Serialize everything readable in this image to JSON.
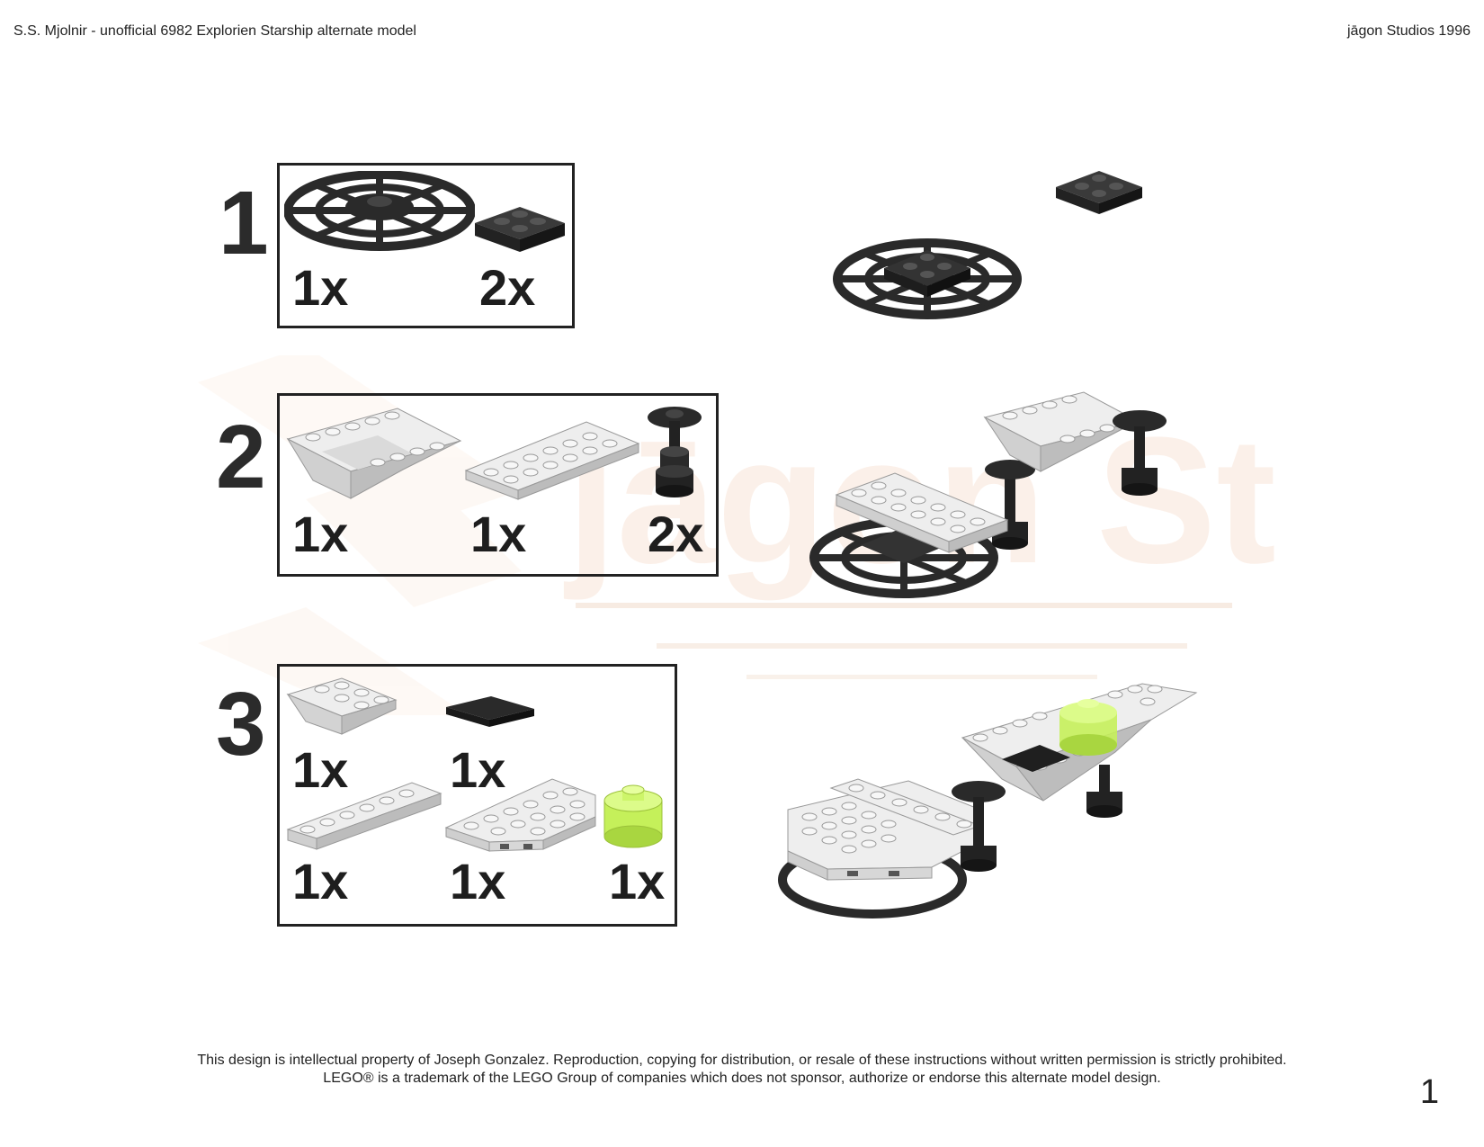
{
  "header": {
    "title": "S.S. Mjolnir - unofficial 6982 Explorien Starship alternate model",
    "studio": "jāgon Studios 1996"
  },
  "watermark": {
    "text": "jāgon Studios"
  },
  "steps": [
    {
      "number": "1",
      "parts": [
        {
          "name": "radar-dish",
          "qty": "1x",
          "color": "#2a2a2a"
        },
        {
          "name": "plate-2x2",
          "qty": "2x",
          "color": "#2a2a2a"
        }
      ]
    },
    {
      "number": "2",
      "parts": [
        {
          "name": "double-inverted-slope",
          "qty": "1x",
          "color": "#e6e6e6"
        },
        {
          "name": "plate-2x6",
          "qty": "1x",
          "color": "#e6e6e6"
        },
        {
          "name": "antenna-stand",
          "qty": "2x",
          "color": "#2a2a2a"
        }
      ]
    },
    {
      "number": "3",
      "parts": [
        {
          "name": "inverted-slope-2x2",
          "qty": "1x",
          "color": "#e6e6e6"
        },
        {
          "name": "tile-2x2",
          "qty": "1x",
          "color": "#2a2a2a"
        },
        {
          "name": "plate-1x6",
          "qty": "1x",
          "color": "#e6e6e6"
        },
        {
          "name": "wedge-plate",
          "qty": "1x",
          "color": "#e6e6e6"
        },
        {
          "name": "round-brick-2x2-trans-green",
          "qty": "1x",
          "color": "#b9ef3a"
        }
      ]
    }
  ],
  "page_number": "1",
  "footer": {
    "line1": "This design is intellectual property of Joseph Gonzalez.  Reproduction, copying for distribution, or resale of these instructions without written permission is strictly prohibited.",
    "line2": "LEGO® is a trademark of the LEGO Group of companies which does not sponsor, authorize or endorse this alternate model design."
  }
}
